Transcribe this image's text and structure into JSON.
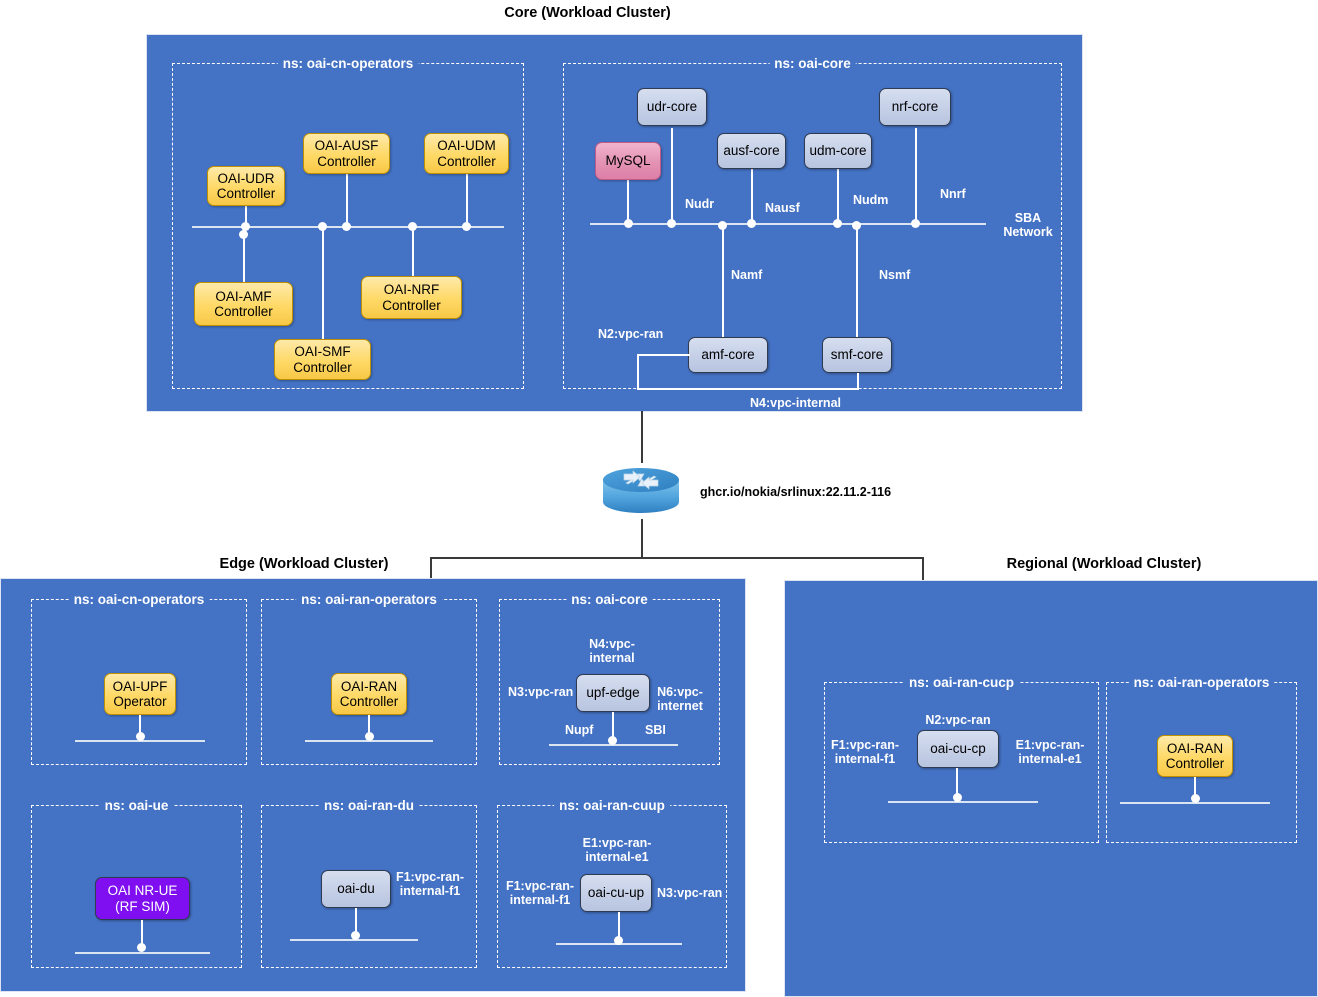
{
  "diagram": {
    "title_core": "Core (Workload Cluster)",
    "title_edge": "Edge (Workload Cluster)",
    "title_regional": "Regional (Workload Cluster)",
    "router": {
      "icon": "router-icon",
      "image_label": "ghcr.io/nokia/srlinux:22.11.2-116"
    },
    "colors": {
      "cluster_blue": "#4472c4",
      "node_yellow": "#ffd966",
      "node_bluegray": "#c3cee6",
      "node_pink": "#e492b4",
      "node_purple": "#7f0ff0",
      "connector_white": "#ffffff",
      "connector_dark": "#3a3a3a"
    }
  },
  "core": {
    "namespaces": {
      "cn_operators": {
        "label": "ns: oai-cn-operators",
        "nodes": [
          {
            "name": "OAI-UDR Controller",
            "line1": "OAI-UDR",
            "line2": "Controller"
          },
          {
            "name": "OAI-AUSF Controller",
            "line1": "OAI-AUSF",
            "line2": "Controller"
          },
          {
            "name": "OAI-UDM Controller",
            "line1": "OAI-UDM",
            "line2": "Controller"
          },
          {
            "name": "OAI-AMF Controller",
            "line1": "OAI-AMF",
            "line2": "Controller"
          },
          {
            "name": "OAI-SMF Controller",
            "line1": "OAI-SMF",
            "line2": "Controller"
          },
          {
            "name": "OAI-NRF Controller",
            "line1": "OAI-NRF",
            "line2": "Controller"
          }
        ]
      },
      "oai_core": {
        "label": "ns: oai-core",
        "nodes": [
          {
            "name": "MySQL",
            "label": "MySQL"
          },
          {
            "name": "udr-core",
            "label": "udr-core"
          },
          {
            "name": "ausf-core",
            "label": "ausf-core"
          },
          {
            "name": "udm-core",
            "label": "udm-core"
          },
          {
            "name": "nrf-core",
            "label": "nrf-core"
          },
          {
            "name": "amf-core",
            "label": "amf-core"
          },
          {
            "name": "smf-core",
            "label": "smf-core"
          }
        ],
        "interfaces": {
          "nudr": "Nudr",
          "nausf": "Nausf",
          "nudm": "Nudm",
          "nnrf": "Nnrf",
          "namf": "Namf",
          "nsmf": "Nsmf",
          "n2_vpc_ran": "N2:vpc-ran",
          "n4_vpc_internal": "N4:vpc-internal"
        }
      }
    },
    "sba_network": "SBA\nNetwork",
    "sba_network_line1": "SBA",
    "sba_network_line2": "Network"
  },
  "edge": {
    "namespaces": {
      "cn_operators": {
        "label": "ns: oai-cn-operators",
        "node": {
          "name": "OAI-UPF Operator",
          "line1": "OAI-UPF",
          "line2": "Operator"
        }
      },
      "ran_operators": {
        "label": "ns: oai-ran-operators",
        "node": {
          "name": "OAI-RAN Controller",
          "line1": "OAI-RAN",
          "line2": "Controller"
        }
      },
      "oai_core": {
        "label": "ns: oai-core",
        "node": {
          "name": "upf-edge",
          "label": "upf-edge"
        },
        "interfaces": {
          "n4_top_line1": "N4:vpc-",
          "n4_top_line2": "internal",
          "n3_left": "N3:vpc-ran",
          "n6_right_line1": "N6:vpc-",
          "n6_right_line2": "internet",
          "nupf": "Nupf",
          "sbi": "SBI"
        }
      },
      "oai_ue": {
        "label": "ns: oai-ue",
        "node": {
          "name": "OAI NR-UE (RF SIM)",
          "line1": "OAI NR-UE",
          "line2": "(RF SIM)"
        }
      },
      "ran_du": {
        "label": "ns: oai-ran-du",
        "node": {
          "name": "oai-du",
          "label": "oai-du"
        },
        "interfaces": {
          "f1_line1": "F1:vpc-ran-",
          "f1_line2": "internal-f1"
        }
      },
      "ran_cuup": {
        "label": "ns: oai-ran-cuup",
        "node": {
          "name": "oai-cu-up",
          "label": "oai-cu-up"
        },
        "interfaces": {
          "e1_top_line1": "E1:vpc-ran-",
          "e1_top_line2": "internal-e1",
          "f1_left_line1": "F1:vpc-ran-",
          "f1_left_line2": "internal-f1",
          "n3_right": "N3:vpc-ran"
        }
      }
    }
  },
  "regional": {
    "namespaces": {
      "ran_cucp": {
        "label": "ns: oai-ran-cucp",
        "node": {
          "name": "oai-cu-cp",
          "label": "oai-cu-cp"
        },
        "interfaces": {
          "n2_top": "N2:vpc-ran",
          "f1_left_line1": "F1:vpc-ran-",
          "f1_left_line2": "internal-f1",
          "e1_right_line1": "E1:vpc-ran-",
          "e1_right_line2": "internal-e1"
        }
      },
      "ran_operators": {
        "label": "ns: oai-ran-operators",
        "node": {
          "name": "OAI-RAN Controller",
          "line1": "OAI-RAN",
          "line2": "Controller"
        }
      }
    }
  }
}
